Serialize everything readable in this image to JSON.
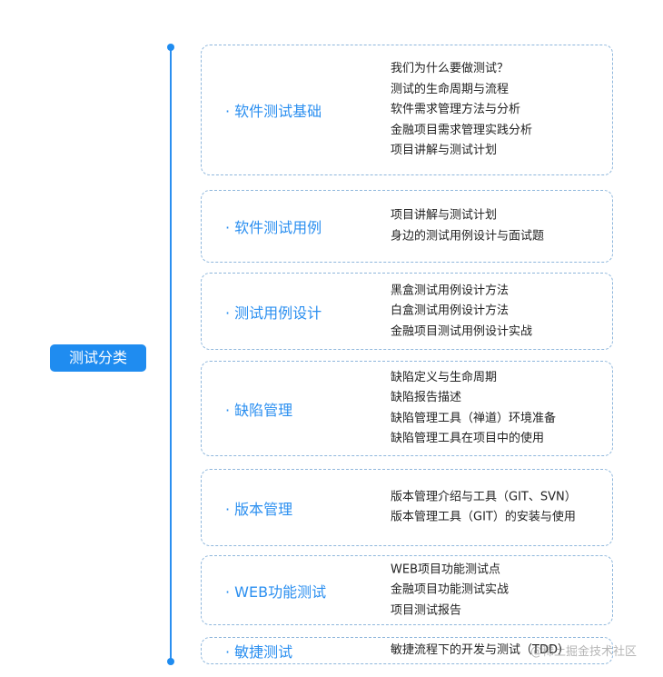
{
  "root": {
    "label": "测试分类"
  },
  "branches": [
    {
      "title": "· 软件测试基础",
      "items": [
        "我们为什么要做测试？",
        "测试的生命周期与流程",
        "软件需求管理方法与分析",
        "金融项目需求管理实践分析",
        "项目讲解与测试计划"
      ]
    },
    {
      "title": "· 软件测试用例",
      "items": [
        "项目讲解与测试计划",
        "身边的测试用例设计与面试题"
      ]
    },
    {
      "title": "· 测试用例设计",
      "items": [
        "黑盒测试用例设计方法",
        "白盒测试用例设计方法",
        "金融项目测试用例设计实战"
      ]
    },
    {
      "title": "· 缺陷管理",
      "items": [
        "缺陷定义与生命周期",
        "缺陷报告描述",
        "缺陷管理工具（禅道）环境准备",
        "缺陷管理工具在项目中的使用"
      ]
    },
    {
      "title": "· 版本管理",
      "items": [
        "版本管理介绍与工具（GIT、SVN）",
        "版本管理工具（GIT）的安装与使用"
      ]
    },
    {
      "title": "· WEB功能测试",
      "items": [
        "WEB项目功能测试点",
        "金融项目功能测试实战",
        "项目测试报告"
      ]
    },
    {
      "title": "· 敏捷测试",
      "items": [
        "敏捷流程下的开发与测试（TDD）"
      ]
    }
  ],
  "watermark": "@稀土掘金技术社区"
}
